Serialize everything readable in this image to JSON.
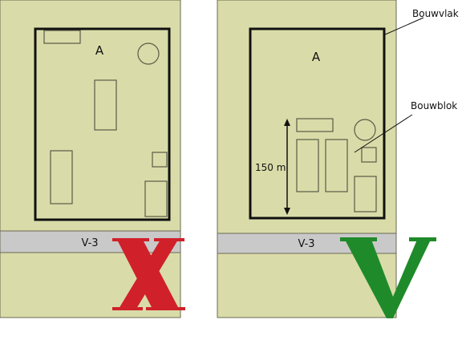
{
  "colors": {
    "parcel_fill": "#d9dca8",
    "parcel_stroke": "#6a6a55",
    "road_fill": "#c9c9c9",
    "cross_red": "#d0202a",
    "check_green": "#1f8a2a",
    "outline_dark": "#111111",
    "building_stroke": "#5a5a48"
  },
  "left_panel": {
    "zone_label": "A",
    "road_label": "V-3",
    "verdict_symbol": "X",
    "verdict_meaning": "incorrect"
  },
  "right_panel": {
    "zone_label": "A",
    "road_label": "V-3",
    "verdict_symbol": "V",
    "verdict_meaning": "correct",
    "dimension_label": "150 m",
    "callout_bouwvlak": "Bouwvlak",
    "callout_bouwblok": "Bouwblok"
  }
}
